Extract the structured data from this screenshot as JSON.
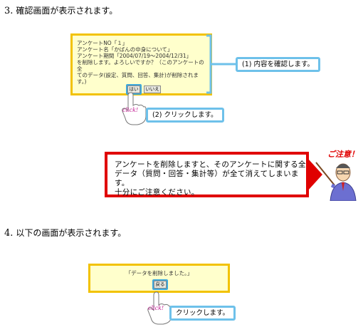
{
  "step3": {
    "number": "3.",
    "title": "確認画面が表示されます。"
  },
  "confirm_dialog": {
    "text": "アンケートNO「１」\nアンケート名「かばんの中身について」\nアンケート期間「2004/07/19〜2004/12/31」\nを削除します。よろしいですか？（このアンケートの全\nてのデータ(設定、質問、回答、集計)が削除されま\nす。)",
    "yes_label": "はい",
    "no_label": "いいえ"
  },
  "callout_confirm": "(1) 内容を確認します。",
  "click_tag": "click!",
  "callout_click1": "(2) クリックします。",
  "warning": {
    "text": "アンケートを削除しますと、そのアンケートに関する全\nデータ（質問・回答・集計等）が全て消えてしまいます。\n十分にご注意ください。",
    "label": "ご注意！"
  },
  "step4": {
    "number": "4.",
    "title": "以下の画面が表示されます。"
  },
  "result_dialog": {
    "message": "「データを削除しました。」",
    "back_label": "戻る"
  },
  "callout_click2": "クリックします。"
}
